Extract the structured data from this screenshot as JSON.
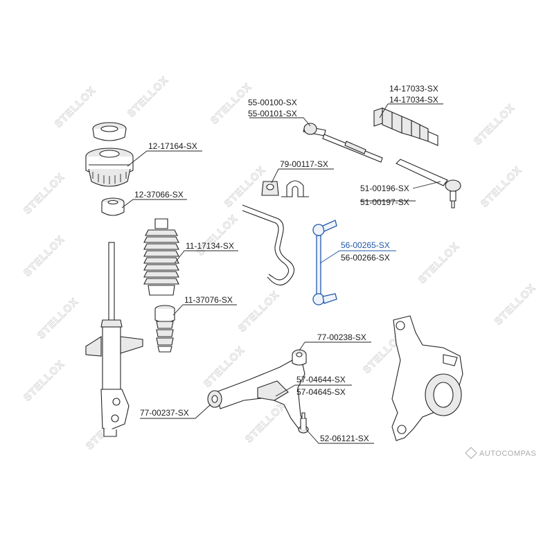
{
  "watermark": {
    "text": "STELLOX"
  },
  "brand": {
    "text": "AUTOCOMPAS"
  },
  "colors": {
    "highlight": "#1f57a8",
    "line": "#222222",
    "watermark": "#d6d6d6"
  },
  "parts": {
    "strut_mount": "12-17164-SX",
    "bearing": "12-37066-SX",
    "dust_boot": "11-17134-SX",
    "bump_stop": "11-37076-SX",
    "inner_tie_rod_a": "55-00100-SX",
    "inner_tie_rod_b": "55-00101-SX",
    "steering_boot_a": "14-17033-SX",
    "steering_boot_b": "14-17034-SX",
    "stabilizer_bushing": "79-00117-SX",
    "tie_rod_end_a": "51-00196-SX",
    "tie_rod_end_b": "51-00197-SX",
    "stabilizer_link_a": "56-00265-SX",
    "stabilizer_link_b": "56-00266-SX",
    "arm_bushing_front": "77-00238-SX",
    "control_arm_a": "57-04644-SX",
    "control_arm_b": "57-04645-SX",
    "arm_bushing_rear": "77-00237-SX",
    "ball_joint": "52-06121-SX"
  }
}
